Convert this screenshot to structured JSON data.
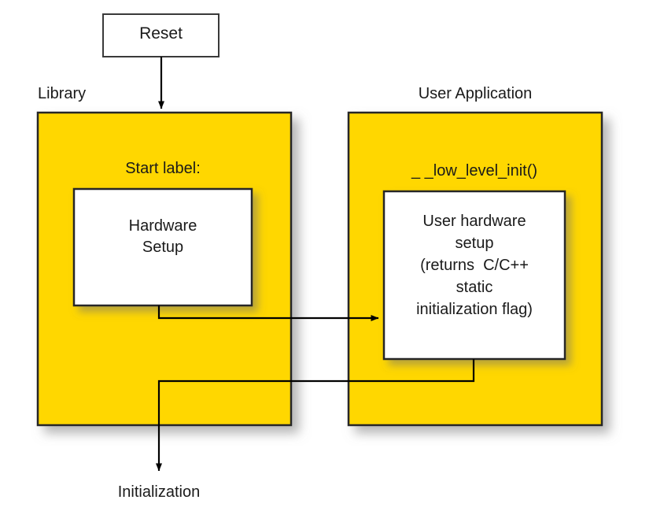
{
  "diagram": {
    "title_text": "Reset",
    "colors": {
      "group_fill": "#FFD700",
      "group_stroke": "#262626",
      "box_fill": "#FFFFFF",
      "box_stroke": "#262626",
      "arrow": "#000000",
      "text": "#1a1a1a"
    },
    "entry_node": {
      "label": "Reset"
    },
    "groups": [
      {
        "id": "library",
        "label": "Library",
        "inner_label": "Start label:",
        "box_lines": [
          "Hardware",
          "Setup"
        ]
      },
      {
        "id": "user-application",
        "label": "User Application",
        "inner_label": "_ _low_level_init()",
        "box_lines": [
          "User hardware",
          "setup",
          "(returns  C/C++",
          "static",
          "initialization flag)"
        ]
      }
    ],
    "exit_node": {
      "label": "Initialization"
    }
  }
}
